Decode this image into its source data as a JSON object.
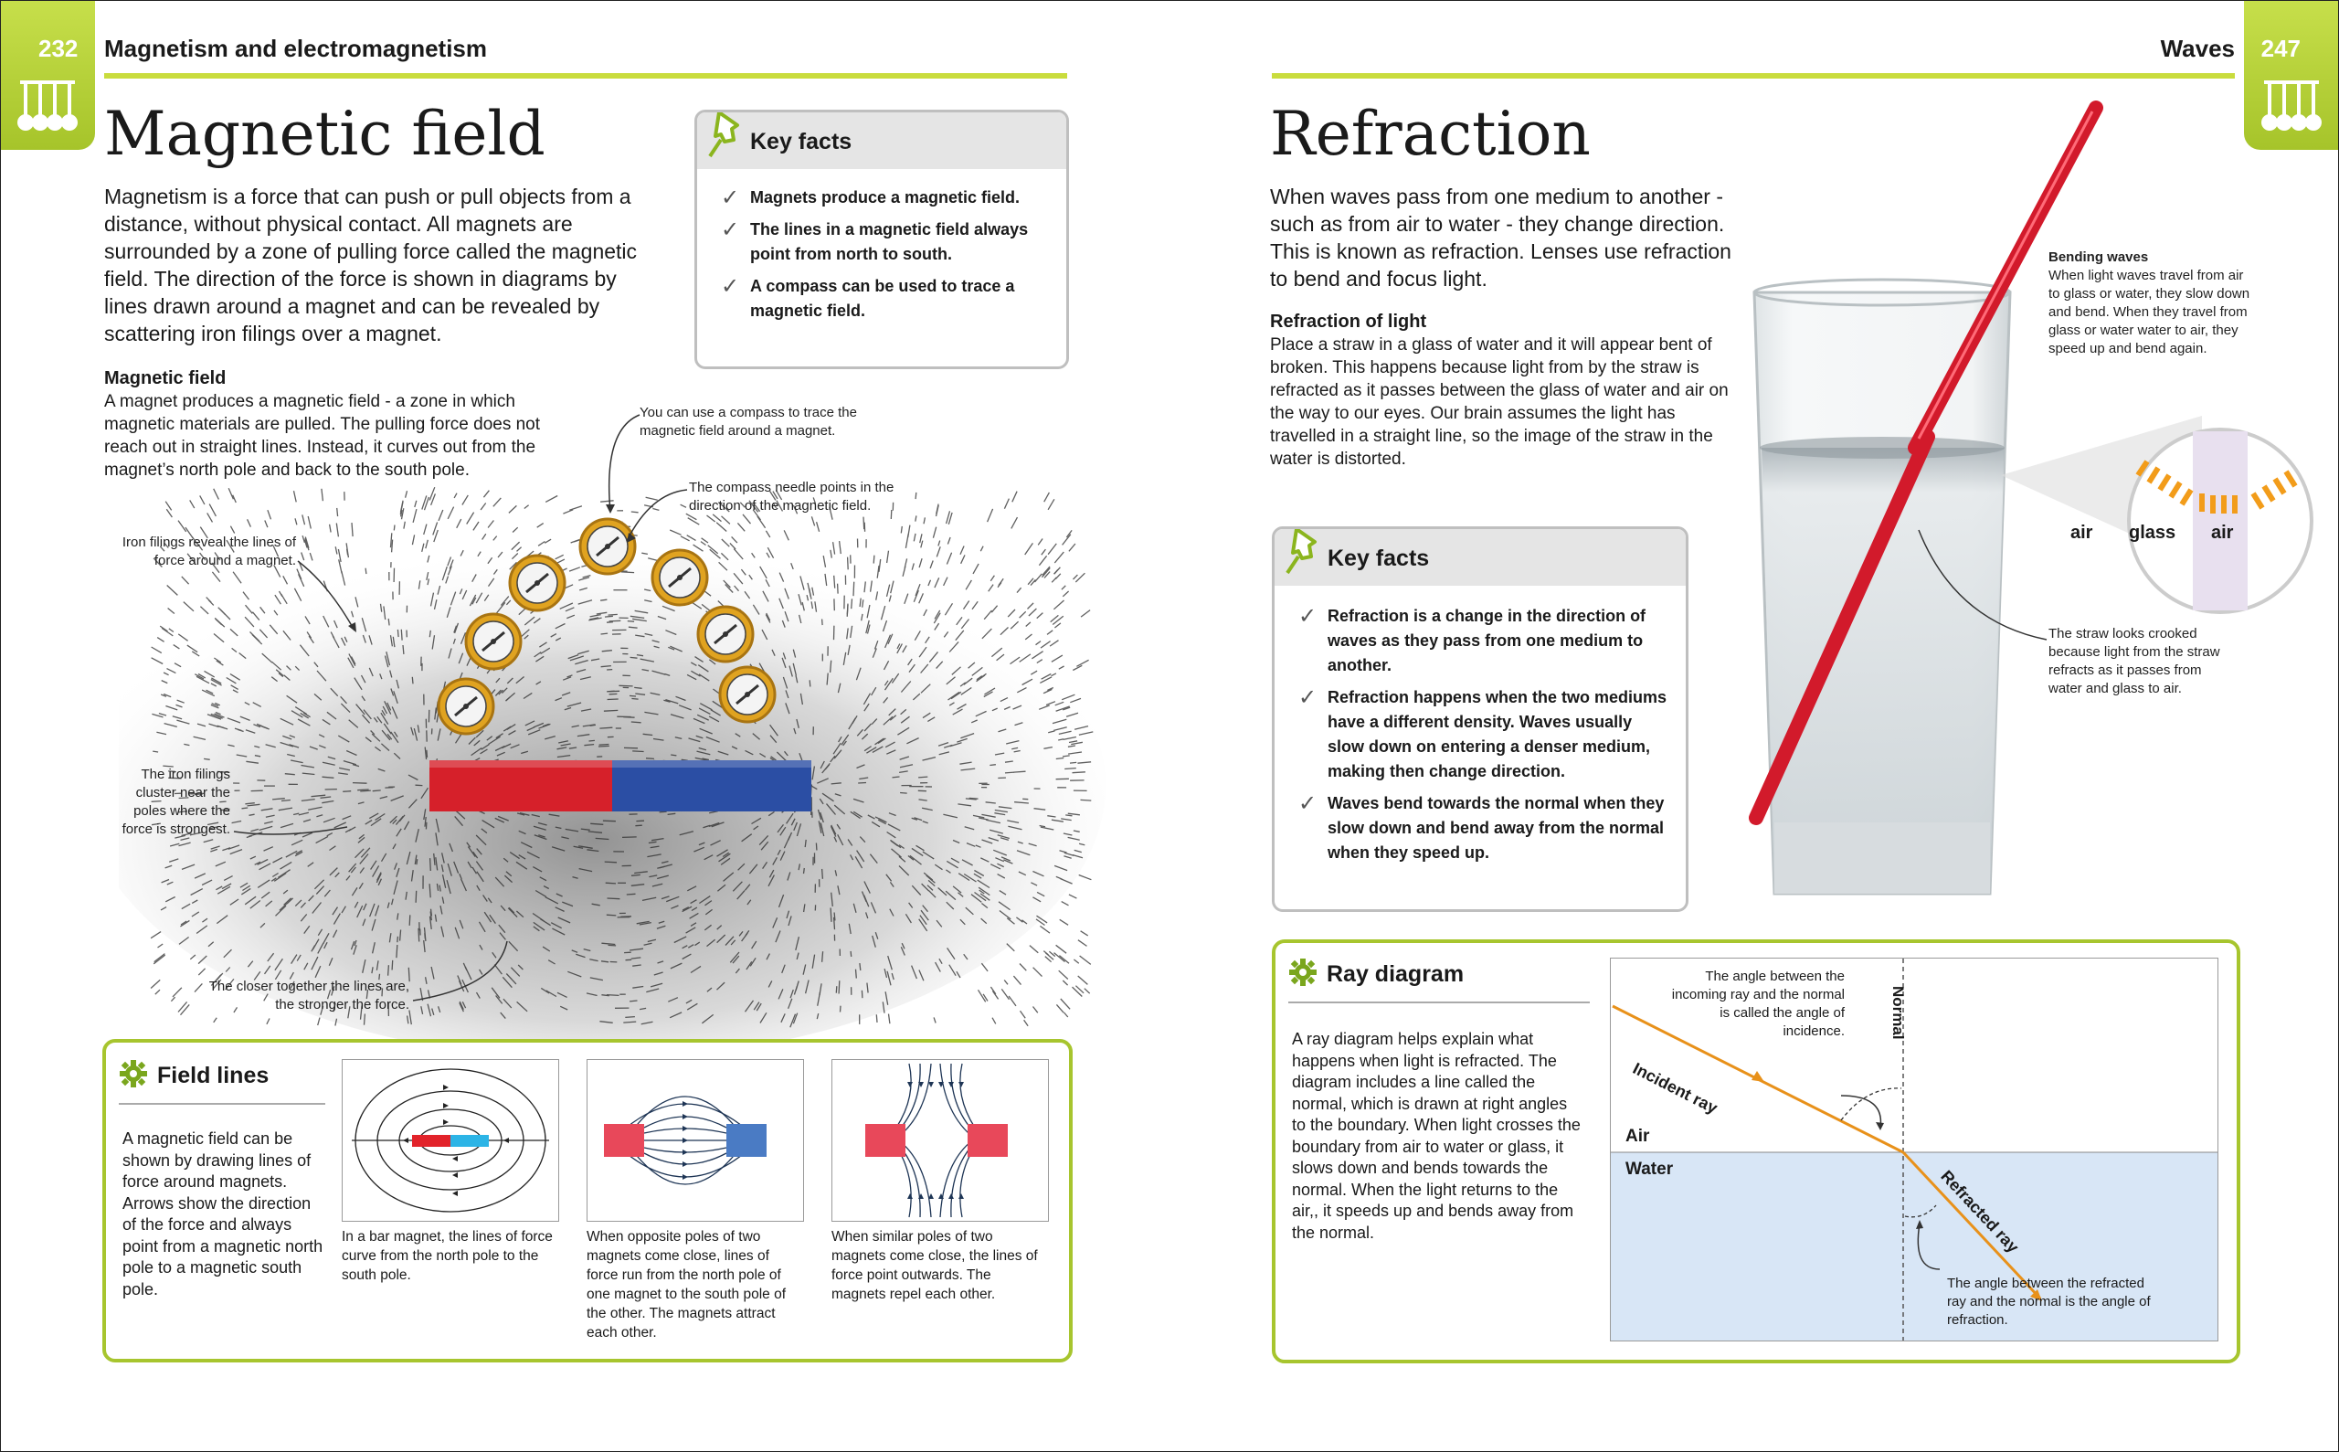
{
  "left_page": {
    "page_number": "232",
    "section": "Magnetism and electromagnetism",
    "title": "Magnetic field",
    "intro": "Magnetism is a force that can push or pull objects from a distance, without physical contact. All magnets are surrounded by a zone of pulling force called the magnetic field. The direction of the force is shown in diagrams by lines drawn around a magnet and can be revealed by scattering iron filings over a magnet.",
    "subhead": "Magnetic field",
    "subtext": "A magnet produces a magnetic field - a zone in which magnetic materials are pulled. The pulling force does not reach out in straight lines. Instead, it curves out from the magnet’s north pole and back to the south pole.",
    "key_facts": {
      "title": "Key facts",
      "items": [
        "Magnets produce a magnetic field.",
        "The lines in a magnetic field always point from north to south.",
        "A compass can be used to trace a magnetic field."
      ]
    },
    "annotations": {
      "compass_trace": "You can use a compass to trace the magnetic field around a magnet.",
      "compass_needle": "The compass needle points in the direction of the magnetic field.",
      "iron_filings": "Iron filings reveal the lines of force around a magnet.",
      "cluster": "The iron filings cluster near the poles where the force is strongest.",
      "closer": "The closer together the lines are, the stronger the force."
    },
    "field_lines": {
      "title": "Field lines",
      "text": "A magnetic field can be shown by drawing lines of force around magnets. Arrows show the direction of the force and always point from a magnetic north pole to a magnetic south pole.",
      "captions": [
        "In a bar magnet, the lines of force curve from the north pole to the south pole.",
        "When opposite poles of two magnets come close, lines of force run from the north pole of one magnet to the south pole of the other. The magnets attract each other.",
        "When similar poles of two magnets come close, the lines of force point outwards. The magnets repel each other."
      ]
    }
  },
  "right_page": {
    "page_number": "247",
    "section": "Waves",
    "title": "Refraction",
    "intro": "When waves pass from one medium to another - such as from air to water - they change direction. This is known as refraction. Lenses use refraction to bend and focus light.",
    "subhead": "Refraction of light",
    "subtext": "Place a straw in a glass of water and it will appear bent of broken. This happens because light from by the straw is refracted as it passes between the glass of water and air on the way to our eyes. Our brain assumes the light has travelled in a straight line, so the image of the straw in the water is distorted.",
    "bending": {
      "title": "Bending waves",
      "text": "When light waves travel from air to glass or water, they slow down and bend. When they travel from glass or water water to air, they speed up and bend again.",
      "labels": [
        "air",
        "glass",
        "air"
      ]
    },
    "straw_note": "The straw looks crooked because light from the straw refracts as it passes from water and glass to air.",
    "key_facts": {
      "title": "Key facts",
      "items": [
        "Refraction is a change in the direction of waves as they pass from one medium to another.",
        "Refraction happens when the two mediums have a different density. Waves usually slow down on entering a denser medium, making then change direction.",
        "Waves bend towards the normal when they slow down and bend away from the normal when they speed up."
      ]
    },
    "ray_diagram": {
      "title": "Ray diagram",
      "text": "A ray diagram helps explain what happens when light is refracted. The diagram includes a line called the normal, which is drawn at right angles to the boundary. When light crosses the boundary from air to water or glass, it slows down and bends towards the normal. When the light returns to the air,, it speeds up and bends away from the normal.",
      "incidence_note": "The angle between the incoming ray and the normal is called the angle of incidence.",
      "refraction_note": "The angle between the refracted ray and the normal is the angle of refraction.",
      "normal": "Normal",
      "incident_ray": "Incident ray",
      "refracted_ray": "Refracted ray",
      "air": "Air",
      "water": "Water"
    }
  }
}
